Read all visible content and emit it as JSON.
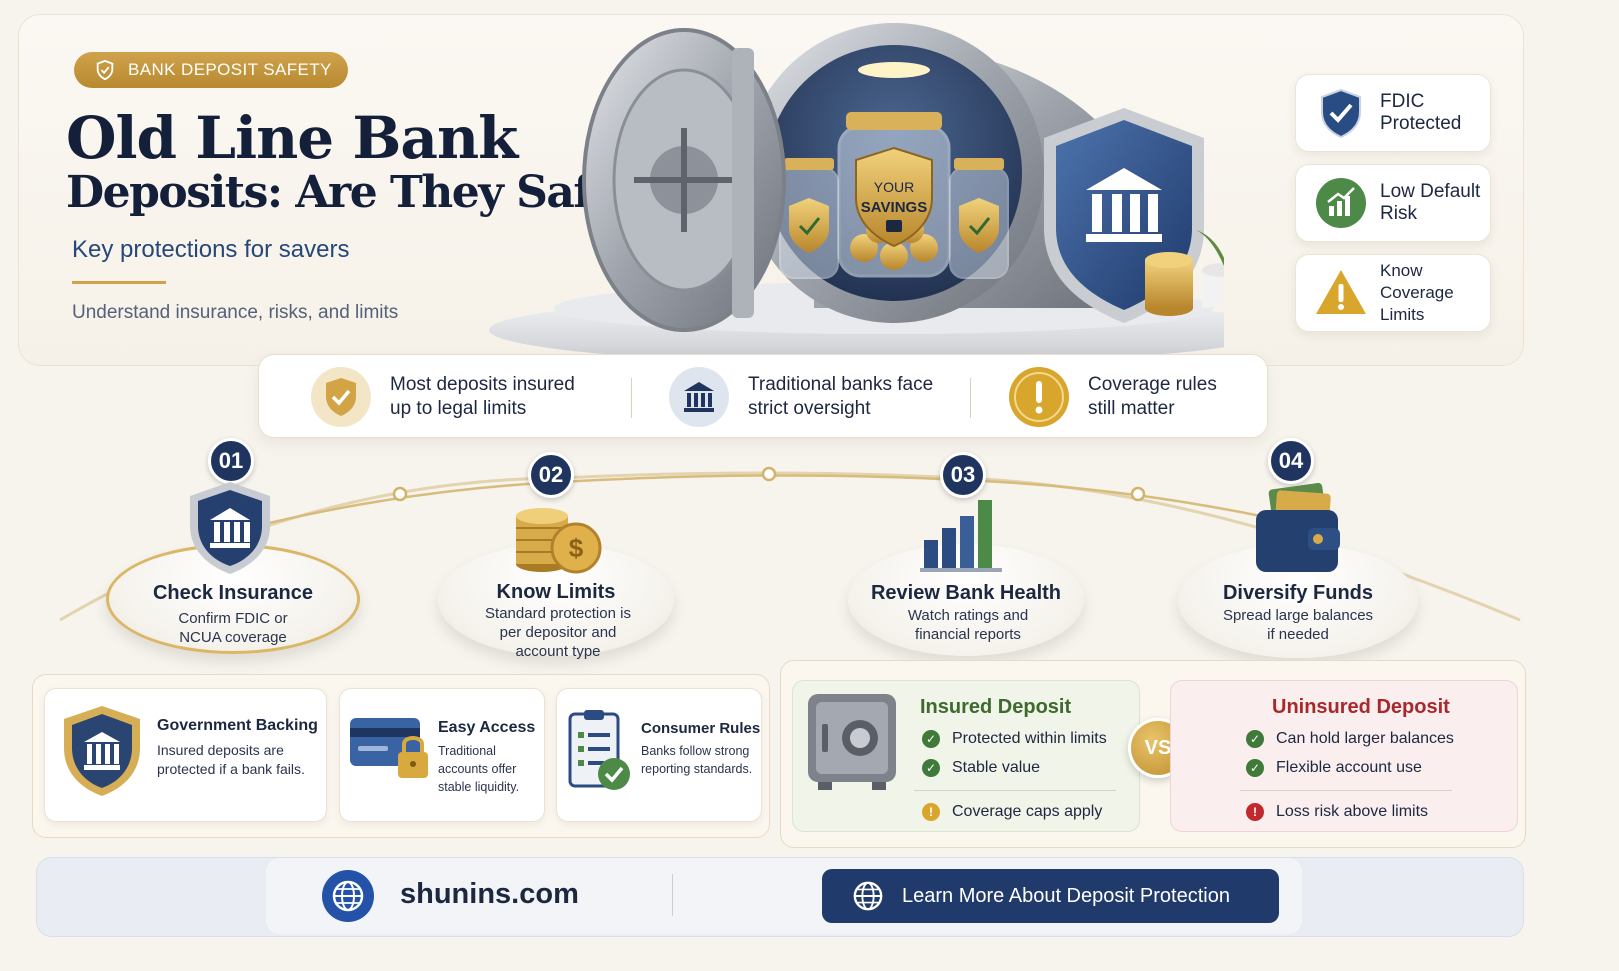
{
  "header": {
    "badge": "BANK DEPOSIT SAFETY",
    "title_line1": "Old Line Bank",
    "title_line2": "Deposits: Are They Safe?",
    "subtitle": "Key protections for savers",
    "tagline": "Understand insurance, risks, and limits"
  },
  "vault_art": {
    "jar_label_1": "YOUR",
    "jar_label_2": "SAVINGS"
  },
  "feature_cards": [
    {
      "label": "FDIC Protected",
      "icon": "shield-check-icon"
    },
    {
      "label": "Low Default Risk",
      "icon": "growth-chart-icon"
    },
    {
      "label": "Know Coverage Limits",
      "icon": "warning-icon"
    }
  ],
  "highlights": [
    {
      "label": "Most deposits insured up to legal limits",
      "icon": "shield-check-icon"
    },
    {
      "label": "Traditional banks face strict oversight",
      "icon": "bank-icon"
    },
    {
      "label": "Coverage rules still matter",
      "icon": "exclamation-icon"
    }
  ],
  "steps": [
    {
      "num": "01",
      "title": "Check Insurance",
      "desc": "Confirm FDIC or NCUA coverage",
      "icon": "bank-shield-icon"
    },
    {
      "num": "02",
      "title": "Know Limits",
      "desc": "Standard protection is per depositor and account type",
      "icon": "coins-icon"
    },
    {
      "num": "03",
      "title": "Review Bank Health",
      "desc": "Watch ratings and financial reports",
      "icon": "bar-chart-icon"
    },
    {
      "num": "04",
      "title": "Diversify Funds",
      "desc": "Spread large balances if needed",
      "icon": "wallet-icon"
    }
  ],
  "benefits": [
    {
      "title": "Government Backing",
      "desc": "Insured deposits are protected if a bank fails.",
      "icon": "bank-shield-icon"
    },
    {
      "title": "Easy Access",
      "desc": "Traditional accounts offer stable liquidity.",
      "icon": "card-lock-icon"
    },
    {
      "title": "Consumer Rules",
      "desc": "Banks follow strong reporting standards.",
      "icon": "checklist-icon"
    }
  ],
  "comparison": {
    "vs": "VS",
    "insured": {
      "title": "Insured Deposit",
      "pros": [
        "Protected within limits",
        "Stable value"
      ],
      "note": "Coverage caps apply"
    },
    "uninsured": {
      "title": "Uninsured Deposit",
      "pros": [
        "Can hold larger balances",
        "Flexible account use"
      ],
      "note": "Loss risk above limits"
    }
  },
  "footer": {
    "site": "shunins.com",
    "cta": "Learn More About Deposit Protection"
  },
  "colors": {
    "navy": "#1f3560",
    "gold": "#cfa24c",
    "green": "#3f7a3a",
    "red": "#a8282c",
    "cta_bg": "#1f3a6b"
  }
}
